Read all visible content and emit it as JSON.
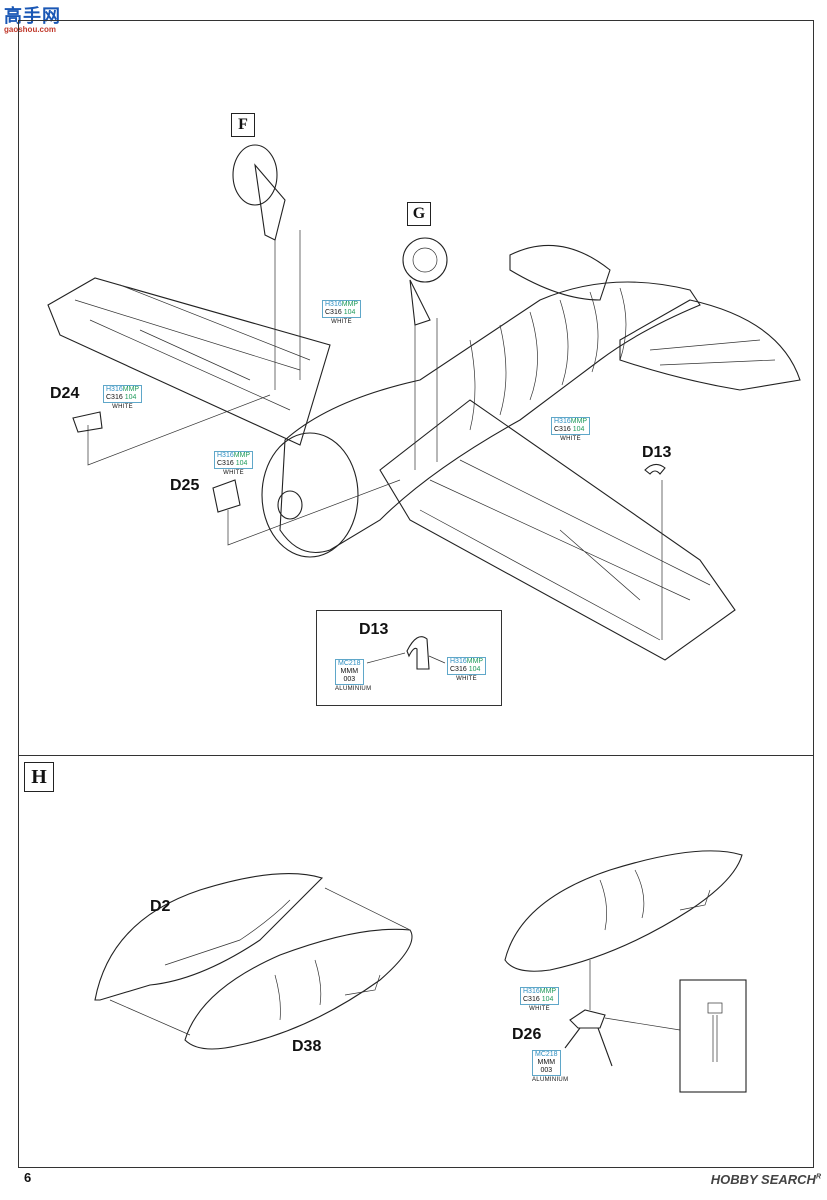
{
  "site_logo": {
    "main": "高手网",
    "url": "gaoshou.com"
  },
  "page_number": "6",
  "watermark": {
    "brand": "HOBBY SEARCH",
    "mark": "R"
  },
  "steps": {
    "f": "F",
    "g": "G",
    "h": "H"
  },
  "parts": {
    "d24": "D24",
    "d25": "D25",
    "d13": "D13",
    "d13_inset": "D13",
    "d2": "D2",
    "d38": "D38",
    "d26": "D26"
  },
  "paint_white": {
    "h": "H316",
    "h2": "MMP",
    "c": "C316",
    "c2": "104",
    "name": "WHITE"
  },
  "paint_alu": {
    "mc": "MC218",
    "mmm": "MMM",
    "num": "003",
    "name": "ALUMINIUM"
  }
}
